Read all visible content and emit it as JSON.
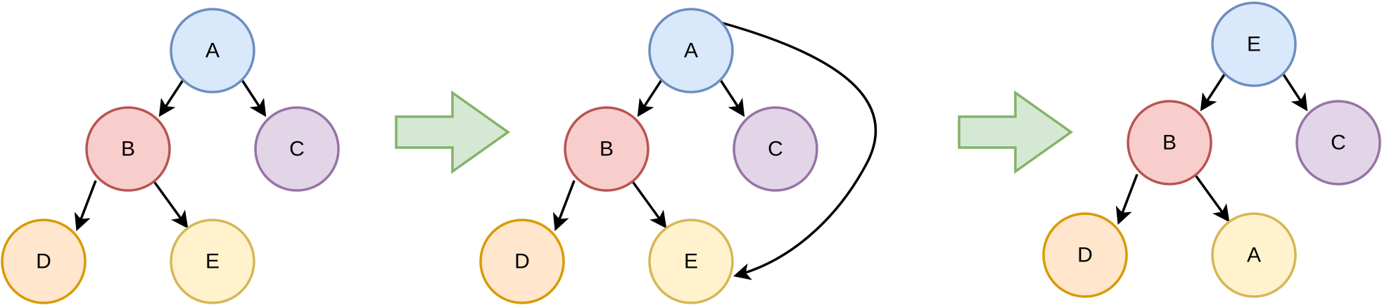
{
  "colors": {
    "blue_fill": "#dae8fc",
    "blue_stroke": "#6c8ebf",
    "red_fill": "#f8cecc",
    "red_stroke": "#b85450",
    "purple_fill": "#e1d5e7",
    "purple_stroke": "#9673a6",
    "orange_fill": "#ffe6cc",
    "orange_stroke": "#d79b00",
    "yellow_fill": "#fff2cc",
    "yellow_stroke": "#d6b656",
    "arrow_fill": "#d5e8d4",
    "arrow_stroke": "#82b366"
  },
  "stage1": {
    "nodes": [
      "A",
      "B",
      "C",
      "D",
      "E"
    ]
  },
  "stage2": {
    "nodes": [
      "A",
      "B",
      "C",
      "D",
      "E"
    ]
  },
  "stage3": {
    "nodes": [
      "E",
      "B",
      "C",
      "D",
      "A"
    ]
  }
}
